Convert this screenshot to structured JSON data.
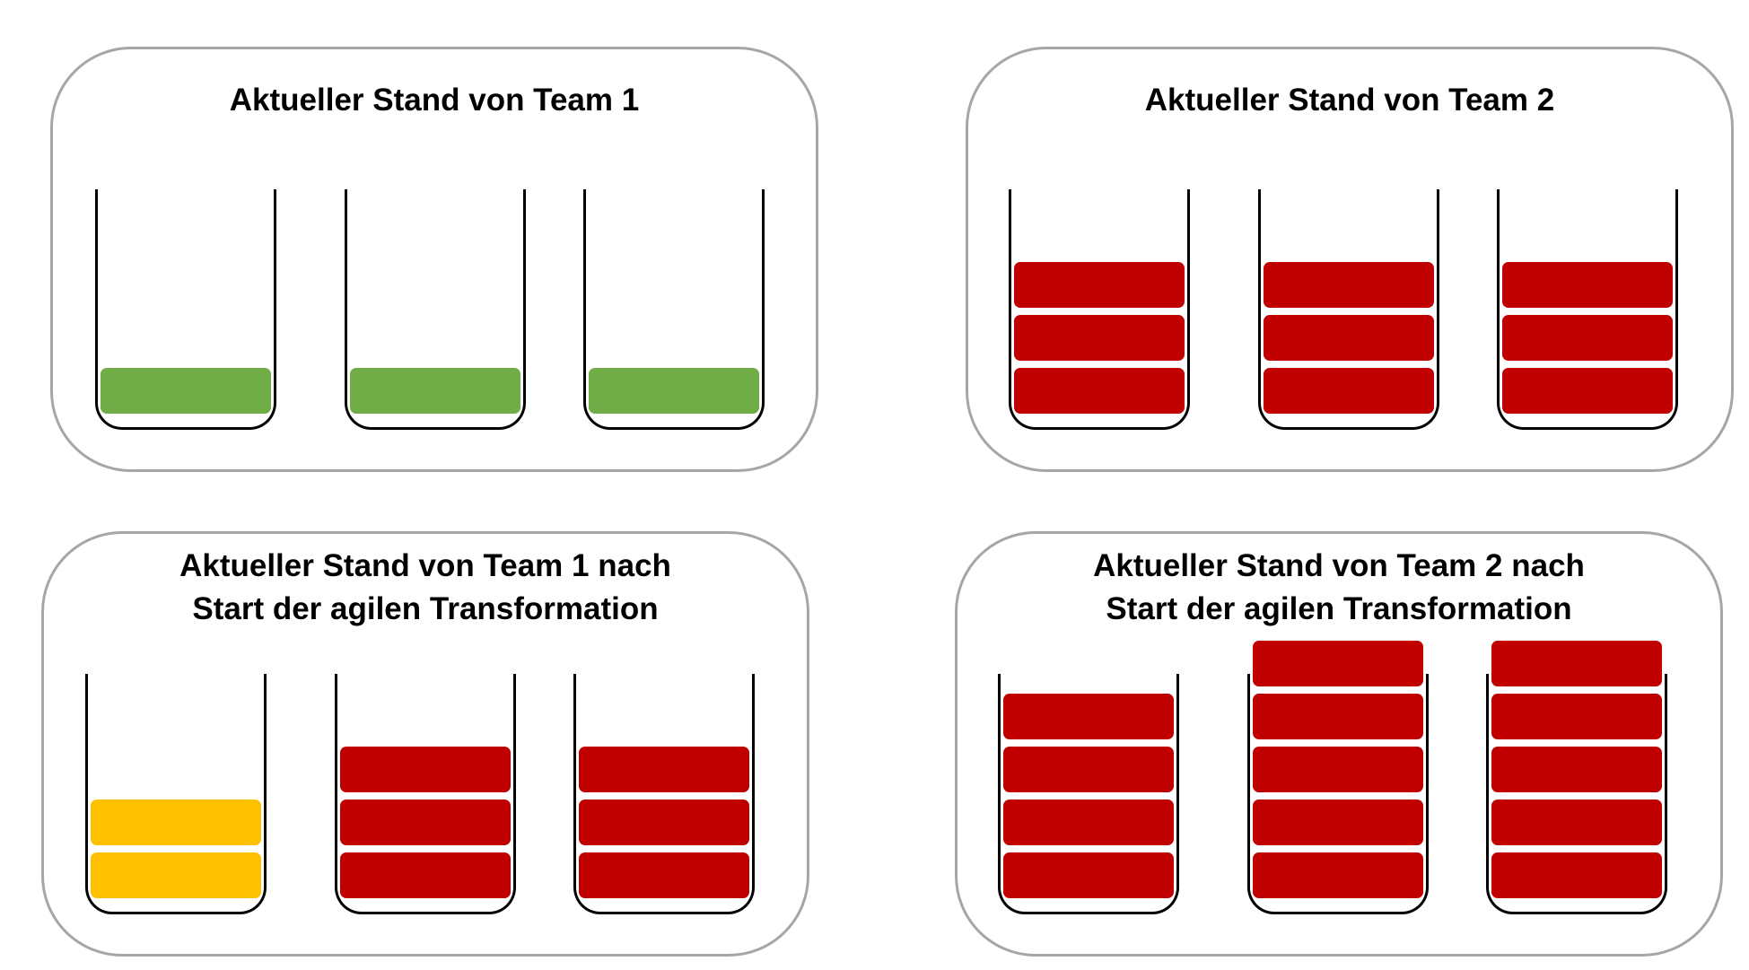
{
  "panels": [
    {
      "title_lines": [
        "Aktueller Stand von Team 1"
      ],
      "buckets": [
        {
          "blocks": 1,
          "color": "green"
        },
        {
          "blocks": 1,
          "color": "green"
        },
        {
          "blocks": 1,
          "color": "green"
        }
      ]
    },
    {
      "title_lines": [
        "Aktueller Stand von Team 2"
      ],
      "buckets": [
        {
          "blocks": 3,
          "color": "red"
        },
        {
          "blocks": 3,
          "color": "red"
        },
        {
          "blocks": 3,
          "color": "red"
        }
      ]
    },
    {
      "title_lines": [
        "Aktueller Stand von Team 1 nach",
        "Start der agilen Transformation"
      ],
      "buckets": [
        {
          "blocks": 2,
          "color": "yellow"
        },
        {
          "blocks": 3,
          "color": "red"
        },
        {
          "blocks": 3,
          "color": "red"
        }
      ]
    },
    {
      "title_lines": [
        "Aktueller Stand von Team 2 nach",
        "Start der agilen Transformation"
      ],
      "buckets": [
        {
          "blocks": 4,
          "color": "red"
        },
        {
          "blocks": 5,
          "color": "red"
        },
        {
          "blocks": 5,
          "color": "red"
        }
      ]
    }
  ],
  "colors": {
    "green": "#70ad47",
    "red": "#c00000",
    "yellow": "#ffc000",
    "panel_border": "#a6a6a6",
    "bucket_outline": "#000000"
  }
}
